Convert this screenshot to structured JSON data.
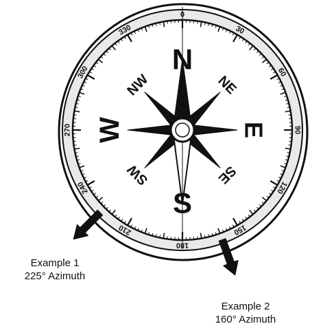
{
  "compass": {
    "cardinals": [
      "N",
      "E",
      "S",
      "W"
    ],
    "intercardinals": [
      "NE",
      "SE",
      "SW",
      "NW"
    ],
    "degree_labels": [
      "0",
      "30",
      "60",
      "90",
      "120",
      "150",
      "180",
      "210",
      "240",
      "270",
      "300",
      "330"
    ]
  },
  "examples": [
    {
      "title": "Example 1",
      "azimuth": 225,
      "label": "225° Azimuth"
    },
    {
      "title": "Example 2",
      "azimuth": 160,
      "label": "160° Azimuth"
    }
  ],
  "colors": {
    "ink": "#111111",
    "paper": "#ffffff",
    "ring_shade": "#e9e9e9"
  }
}
